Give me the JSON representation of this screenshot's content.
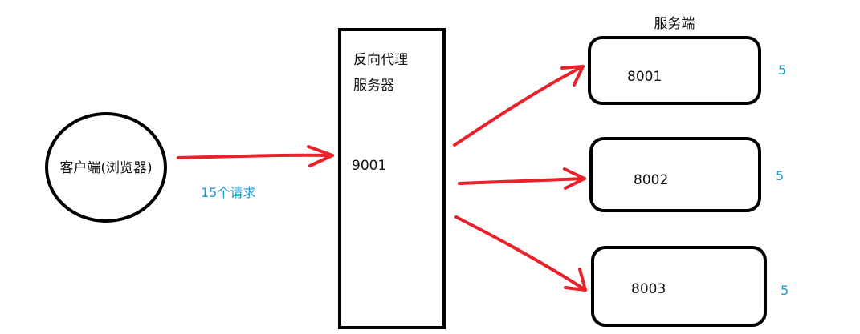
{
  "colors": {
    "arrow": "#e8212b",
    "count_text": "#1f9ad6",
    "outline": "#000000"
  },
  "client": {
    "label": "客户端(浏览器)"
  },
  "request_label": "15个请求",
  "proxy": {
    "title_line1": "反向代理",
    "title_line2": "服务器",
    "port": "9001"
  },
  "server_group": {
    "title": "服务端"
  },
  "servers": [
    {
      "port": "8001",
      "count": "5"
    },
    {
      "port": "8002",
      "count": "5"
    },
    {
      "port": "8003",
      "count": "5"
    }
  ]
}
